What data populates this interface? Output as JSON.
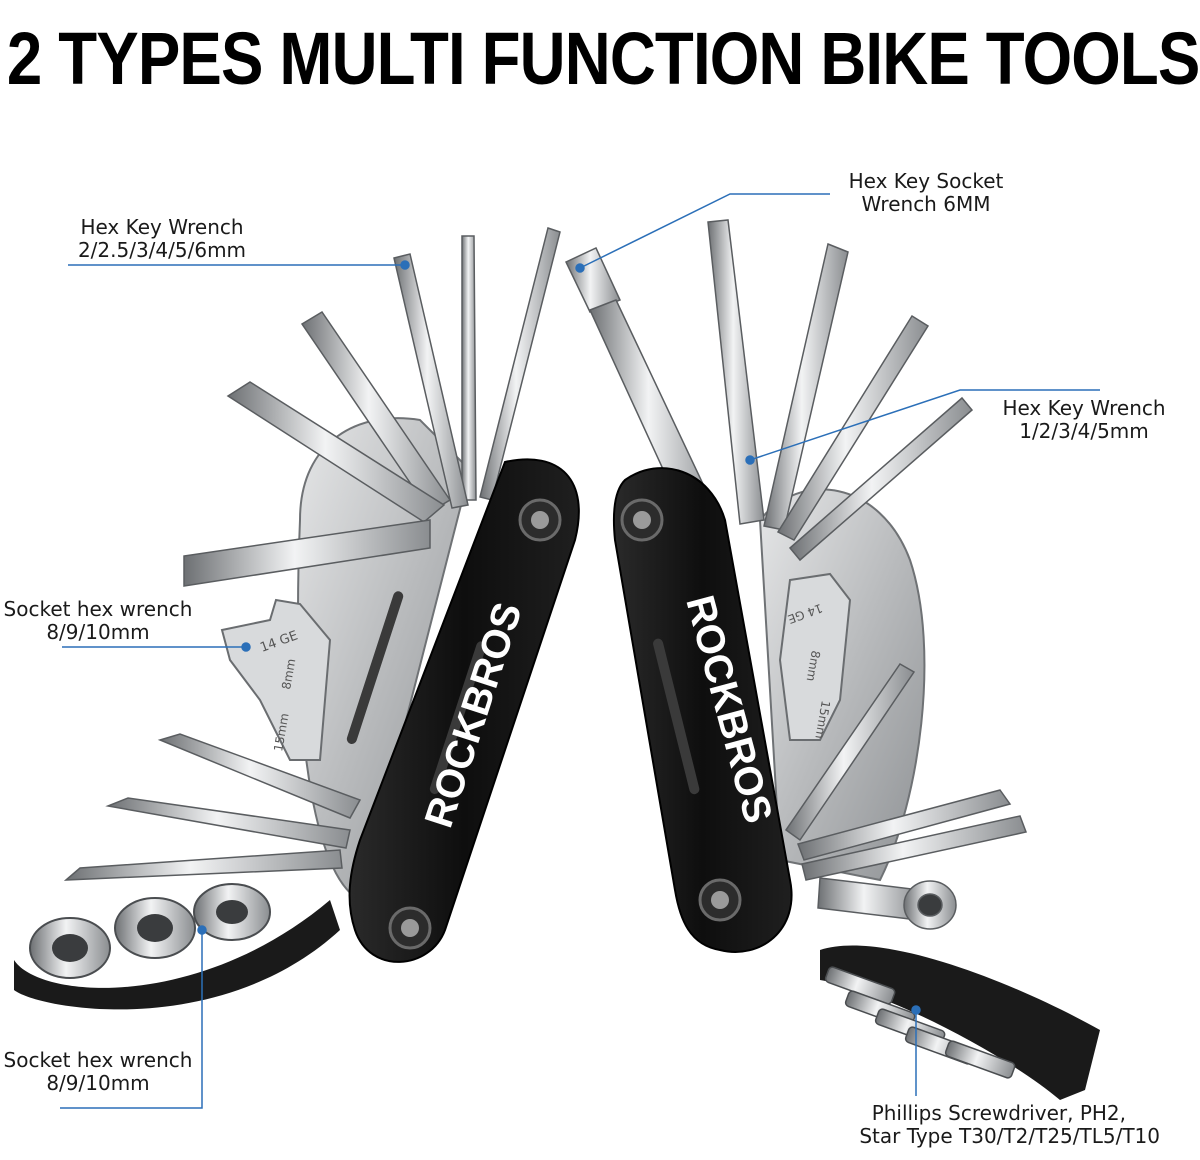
{
  "headline": "2 TYPES MULTI FUNCTION BIKE TOOLS",
  "brand": "ROCKBROS",
  "plate_marks": {
    "left_size": "14 GE",
    "left_8mm": "8mm",
    "left_15mm": "15mm",
    "right_size": "14 GE",
    "right_8mm": "8mm",
    "right_15mm": "15mm"
  },
  "callouts": {
    "hex_key_left": {
      "line1": "Hex Key Wrench",
      "line2": "2/2.5/3/4/5/6mm"
    },
    "socket_hex_upper": {
      "line1": "Socket hex wrench",
      "line2": "8/9/10mm"
    },
    "socket_hex_lower": {
      "line1": "Socket hex wrench",
      "line2": "8/9/10mm"
    },
    "hex_socket_6mm": {
      "line1": "Hex Key Socket",
      "line2": "Wrench 6MM"
    },
    "hex_key_right": {
      "line1": "Hex Key Wrench",
      "line2": "1/2/3/4/5mm"
    },
    "phillips": {
      "line1": "Phillips Screwdriver, PH2,",
      "line2": "Star Type T30/T2/T25/TL5/T10"
    }
  },
  "colors": {
    "callout_line": "#2b6fb8",
    "body_black": "#151515",
    "steel": "#c9cbcd"
  }
}
